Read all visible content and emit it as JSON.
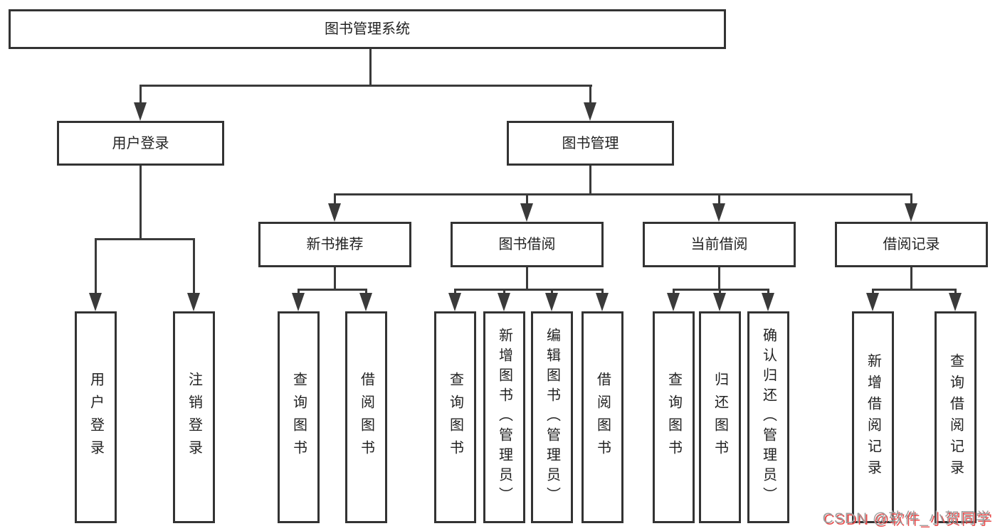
{
  "diagram": {
    "root": {
      "label": "图书管理系统"
    },
    "level2": [
      {
        "label": "用户登录"
      },
      {
        "label": "图书管理"
      }
    ],
    "level3": [
      {
        "label": "新书推荐"
      },
      {
        "label": "图书借阅"
      },
      {
        "label": "当前借阅"
      },
      {
        "label": "借阅记录"
      }
    ],
    "leaves": {
      "user": [
        "用户登录",
        "注销登录"
      ],
      "recommend": [
        "查询图书",
        "借阅图书"
      ],
      "borrow": [
        "查询图书",
        "新增图书（管理员）",
        "编辑图书（管理员）",
        "借阅图书"
      ],
      "current": [
        "查询图书",
        "归还图书",
        "确认归还（管理员）"
      ],
      "records": [
        "新增借阅记录",
        "查询借阅记录"
      ]
    }
  },
  "watermark": {
    "text": "CSDN @软件_小贺同学"
  },
  "colors": {
    "line": "#3a3a3a",
    "border": "#333333",
    "bg": "#ffffff",
    "text": "#222222",
    "watermark_text": "#9c9c9c",
    "watermark_shadow": "#e84b4b"
  }
}
